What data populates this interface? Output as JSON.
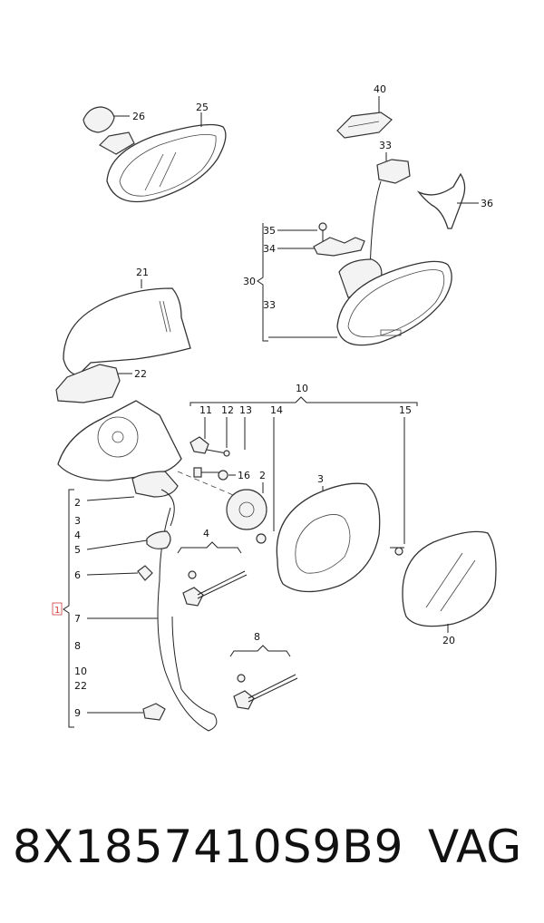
{
  "footer": {
    "part_number": "8X1857410S9B9",
    "brand": "VAG"
  },
  "labels": {
    "l26": "26",
    "l25": "25",
    "l40": "40",
    "l33a": "33",
    "l36": "36",
    "l35": "35",
    "l34": "34",
    "l30": "30",
    "l33b": "33",
    "l21": "21",
    "l22": "22",
    "l10": "10",
    "l11": "11",
    "l12": "12",
    "l13": "13",
    "l14": "14",
    "l15": "15",
    "l16": "16",
    "l2a": "2",
    "l3": "3",
    "l20": "20",
    "l4": "4",
    "l8": "8",
    "l1": "1",
    "g2": "2",
    "g3": "3",
    "g4": "4",
    "g5": "5",
    "g6": "6",
    "g7": "7",
    "g8": "8",
    "g10": "10",
    "g22": "22",
    "g9": "9"
  }
}
